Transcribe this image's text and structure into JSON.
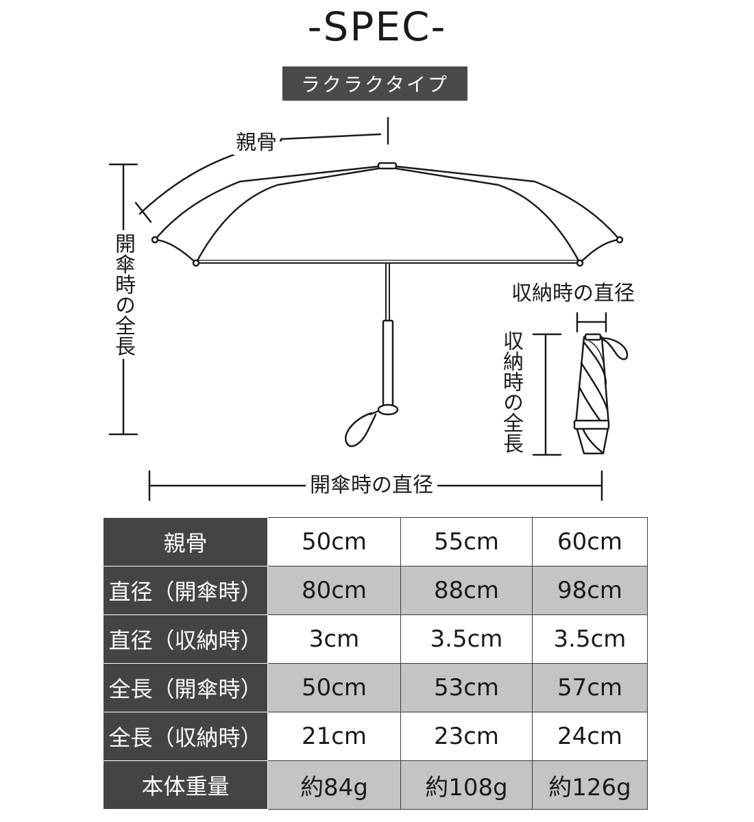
{
  "title": "-SPEC-",
  "type_badge": "ラクラクタイプ",
  "labels": {
    "rib": "親骨",
    "open_length": "開傘時の全長",
    "closed_diameter": "収納時の直径",
    "closed_length": "収納時の全長",
    "open_diameter": "開傘時の直径"
  },
  "table": {
    "rows": [
      {
        "label": "親骨",
        "values": [
          "50cm",
          "55cm",
          "60cm"
        ]
      },
      {
        "label": "直径（開傘時）",
        "values": [
          "80cm",
          "88cm",
          "98cm"
        ]
      },
      {
        "label": "直径（収納時）",
        "values": [
          "3cm",
          "3.5cm",
          "3.5cm"
        ]
      },
      {
        "label": "全長（開傘時）",
        "values": [
          "50cm",
          "53cm",
          "57cm"
        ]
      },
      {
        "label": "全長（収納時）",
        "values": [
          "21cm",
          "23cm",
          "24cm"
        ]
      },
      {
        "label": "本体重量",
        "values": [
          "約84g",
          "約108g",
          "約126g"
        ]
      }
    ]
  }
}
